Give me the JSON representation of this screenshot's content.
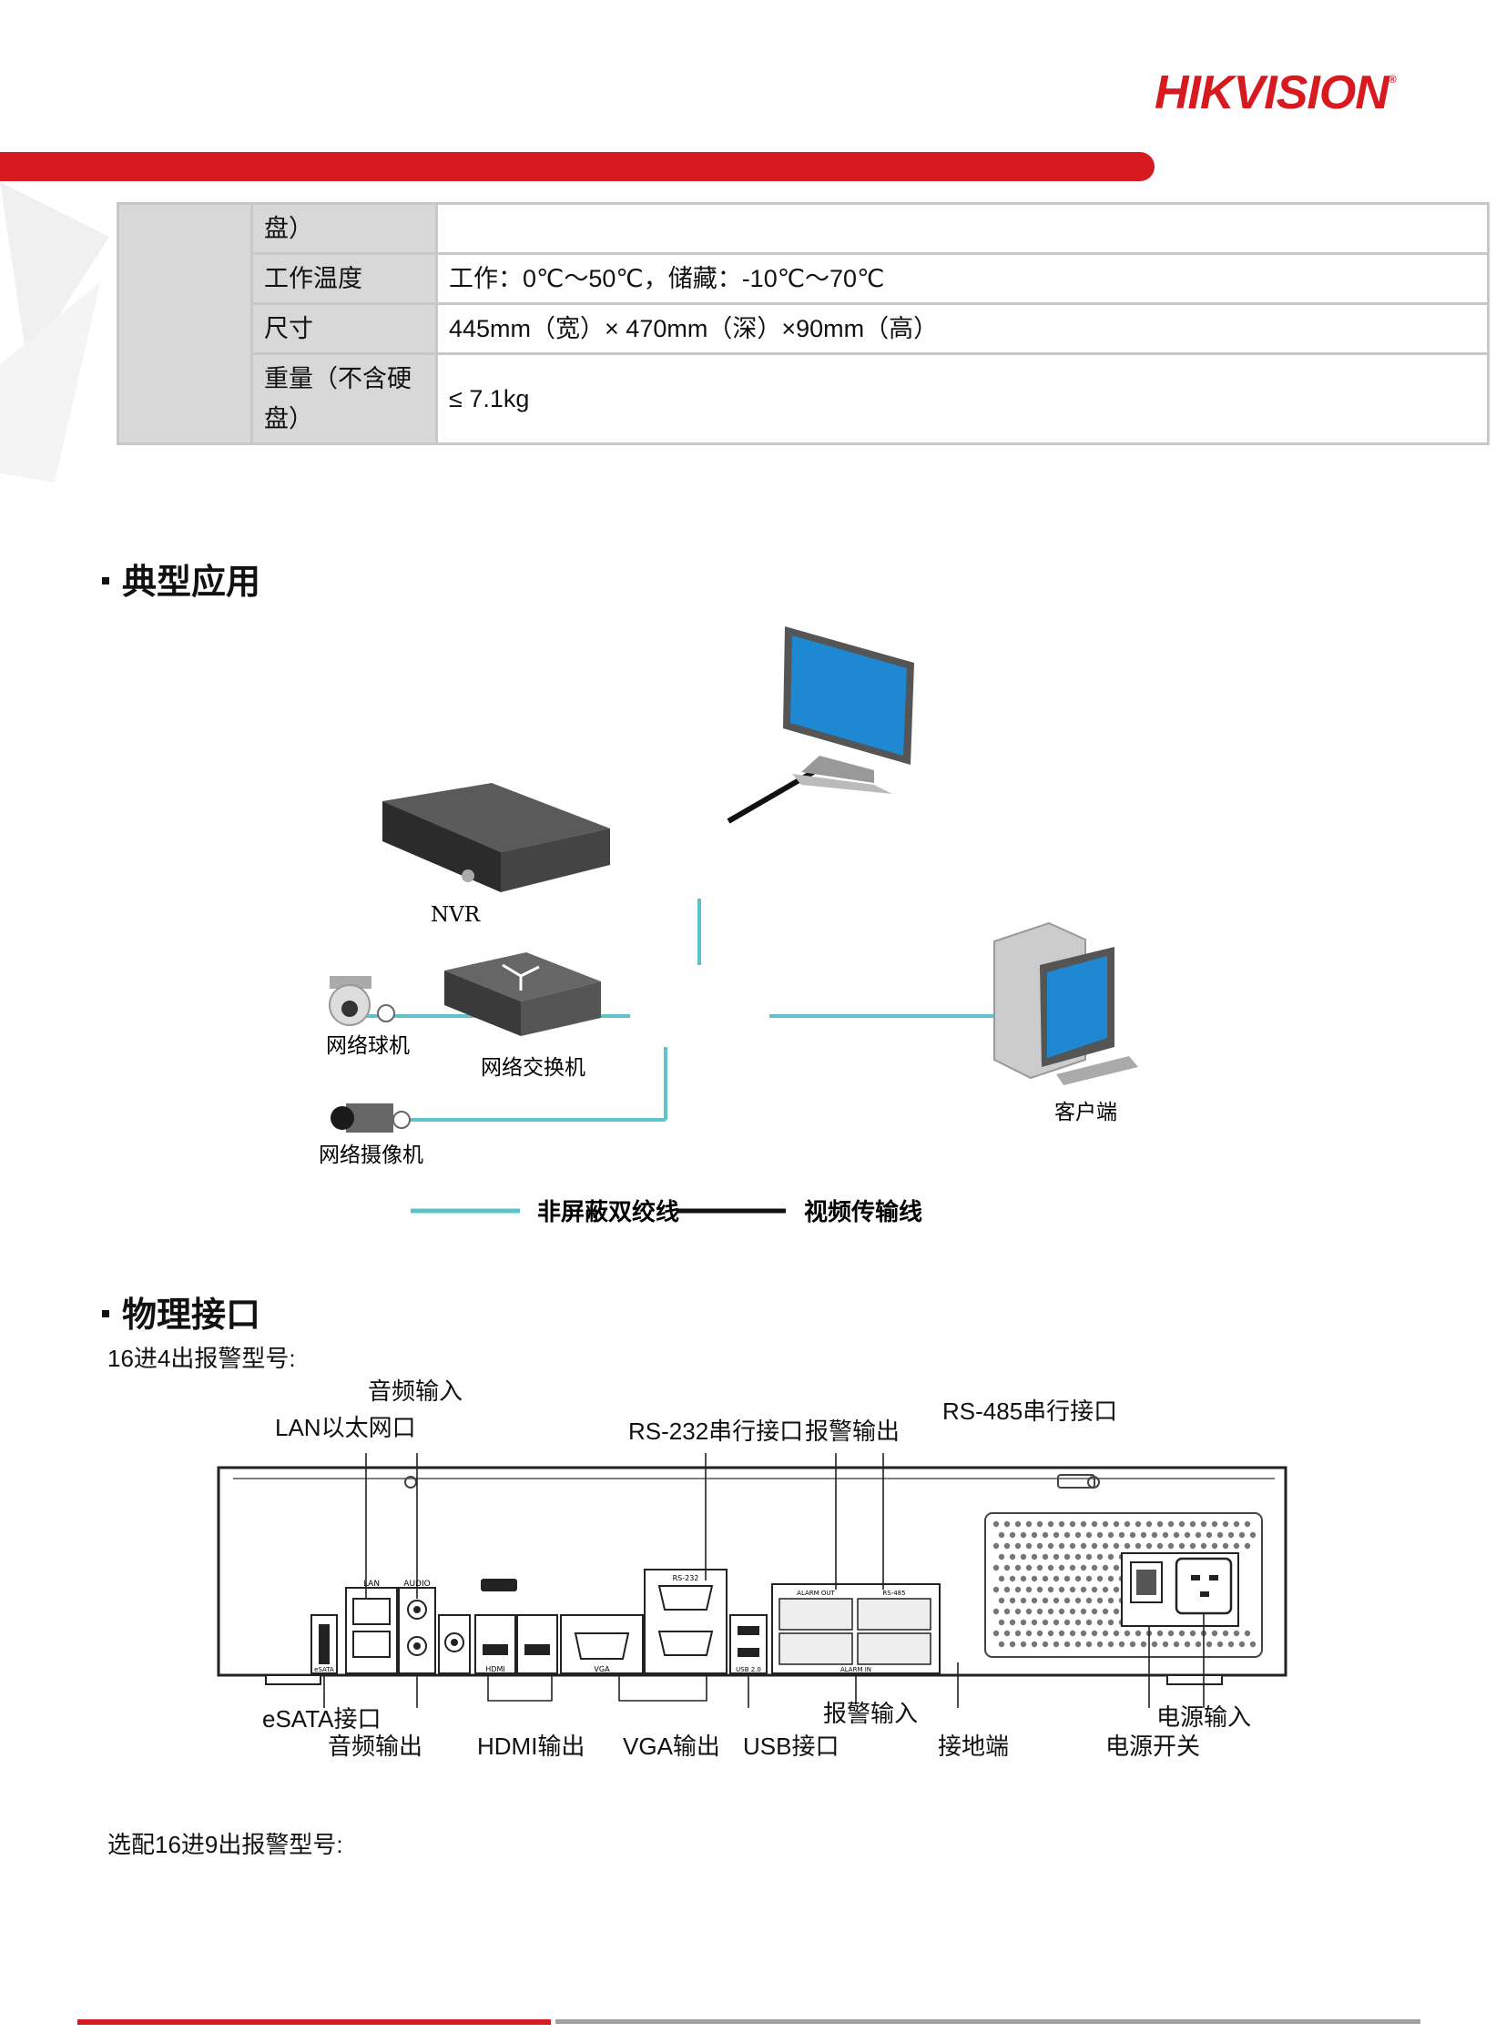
{
  "header": {
    "brand_red": "HIK",
    "brand_rest": "VISION",
    "brand_mark": "®"
  },
  "spec_table": {
    "rows": [
      {
        "label": "盘）",
        "value": ""
      },
      {
        "label": "工作温度",
        "value": "工作：0℃～50℃，储藏：-10℃～70℃"
      },
      {
        "label": "尺寸",
        "value": "445mm（宽）× 470mm（深）×90mm（高）"
      },
      {
        "label": "重量（不含硬盘）",
        "value": "≤ 7.1kg"
      }
    ]
  },
  "section_typical": {
    "title": "典型应用",
    "diagram": {
      "nvr": "NVR",
      "dome": "网络球机",
      "camera": "网络摄像机",
      "switch": "网络交换机",
      "client": "客户端",
      "legend_twisted": "非屏蔽双绞线",
      "legend_video": "视频传输线"
    }
  },
  "section_ports": {
    "title": "物理接口",
    "model_4": "16进4出报警型号:",
    "labels": {
      "audio_in": "音频输入",
      "lan": "LAN以太网口",
      "rs232": "RS-232串行接口",
      "alarm_out": "报警输出",
      "rs485": "RS-485串行接口",
      "esata": "eSATA接口",
      "audio_out": "音频输出",
      "hdmi": "HDMI输出",
      "vga": "VGA输出",
      "usb": "USB接口",
      "alarm_in": "报警输入",
      "ground": "接地端",
      "power_in": "电源输入",
      "power_switch": "电源开关"
    },
    "panel_labels": {
      "lan": "LAN",
      "audio": "AUDIO",
      "hdmi": "HDMI",
      "vga": "VGA",
      "rs232": "RS-232",
      "alarm_out": "ALARM OUT",
      "rs485": "RS-485",
      "alarm_in": "ALARM IN",
      "usb": "USB 2.0",
      "esata": "eSATA"
    },
    "model_9": "选配16进9出报警型号:"
  },
  "colors": {
    "brand": "#d71920",
    "cable_cyan": "#5cc3c8",
    "video_line": "#111111"
  }
}
